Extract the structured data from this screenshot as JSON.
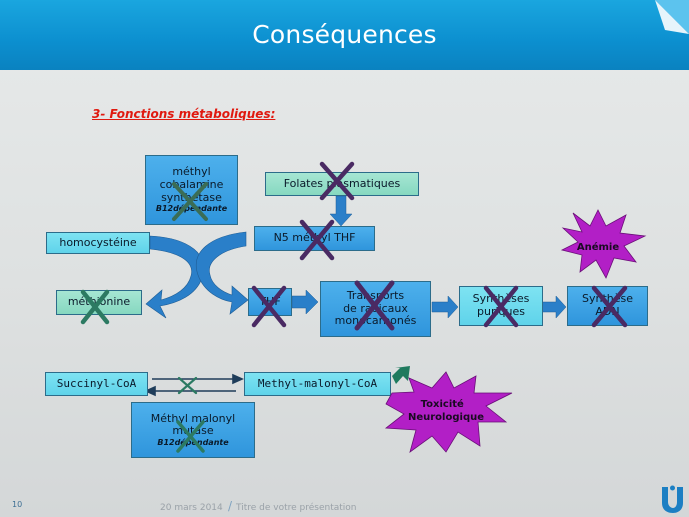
{
  "slide": {
    "title": "Conséquences",
    "section": "3- Fonctions métaboliques:"
  },
  "boxes": {
    "methyl_cobalamine": [
      "méthyl",
      "cobalamine",
      "synthétase"
    ],
    "methyl_cobalamine_note": "B12dépendante",
    "homocysteine": "homocystéine",
    "methionine": "méthionine",
    "folates": "Folates plasmatiques",
    "n5": "N5 méthyl THF",
    "thf": "THF",
    "transports": [
      "Transports",
      "de radicaux",
      "monocarbonés"
    ],
    "synth_puriques": [
      "Synthèses",
      "puriques"
    ],
    "synth_adn": [
      "Synthèse",
      "ADN"
    ],
    "succinyl": "Succinyl-CoA",
    "methyl_malonyl_coa": "Methyl-malonyl-CoA",
    "methyl_malonyl_mutase": [
      "Méthyl malonyl",
      "mutase"
    ],
    "methyl_malonyl_mutase_note": "B12dépendante"
  },
  "bursts": {
    "anemie": "Anémie",
    "toxicite": [
      "Toxicité",
      "Neurologique"
    ]
  },
  "footer": {
    "page": "10",
    "date": "20 mars 2014",
    "title": "Titre de votre présentation"
  },
  "colors": {
    "header": "#0c8fcf",
    "box_blue": "#2f95dc",
    "box_cyan": "#5fd3ea",
    "box_mint": "#86d8c0",
    "arrow": "#2a7fc9",
    "cross": "#4a2a63",
    "cross_teal": "#2c7a62",
    "burst": "#b21fc6",
    "section": "#e0190f"
  }
}
